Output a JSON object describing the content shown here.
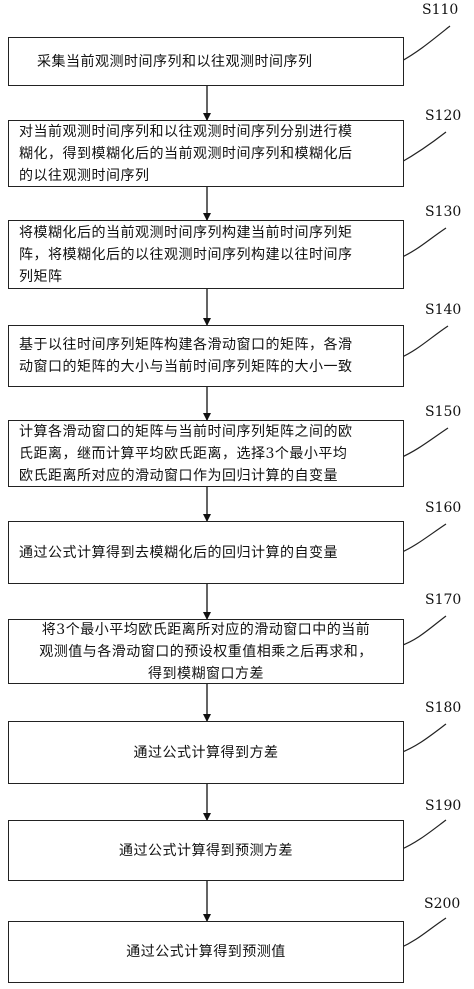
{
  "steps": [
    {
      "id": "S110",
      "text": "采集当前观测时间序列和以往观测时间序列"
    },
    {
      "id": "S120",
      "text": "对当前观测时间序列和以往观测时间序列分别进行模\n糊化，得到模糊化后的当前观测时间序列和模糊化后\n的以往观测时间序列"
    },
    {
      "id": "S130",
      "text": "将模糊化后的当前观测时间序列构建当前时间序列矩\n阵，将模糊化后的以往观测时间序列构建以往时间序\n列矩阵"
    },
    {
      "id": "S140",
      "text": "基于以往时间序列矩阵构建各滑动窗口的矩阵，各滑\n动窗口的矩阵的大小与当前时间序列矩阵的大小一致"
    },
    {
      "id": "S150",
      "text": "计算各滑动窗口的矩阵与当前时间序列矩阵之间的欧\n氏距离，继而计算平均欧氏距离，选择3个最小平均\n欧氏距离所对应的滑动窗口作为回归计算的自变量"
    },
    {
      "id": "S160",
      "text": "通过公式计算得到去模糊化后的回归计算的自变量"
    },
    {
      "id": "S170",
      "text": "将3个最小平均欧氏距离所对应的滑动窗口中的当前\n观测值与各滑动窗口的预设权重值相乘之后再求和，\n得到模糊窗口方差"
    },
    {
      "id": "S180",
      "text": "通过公式计算得到方差"
    },
    {
      "id": "S190",
      "text": "通过公式计算得到预测方差"
    },
    {
      "id": "S200",
      "text": "通过公式计算得到预测值"
    }
  ]
}
